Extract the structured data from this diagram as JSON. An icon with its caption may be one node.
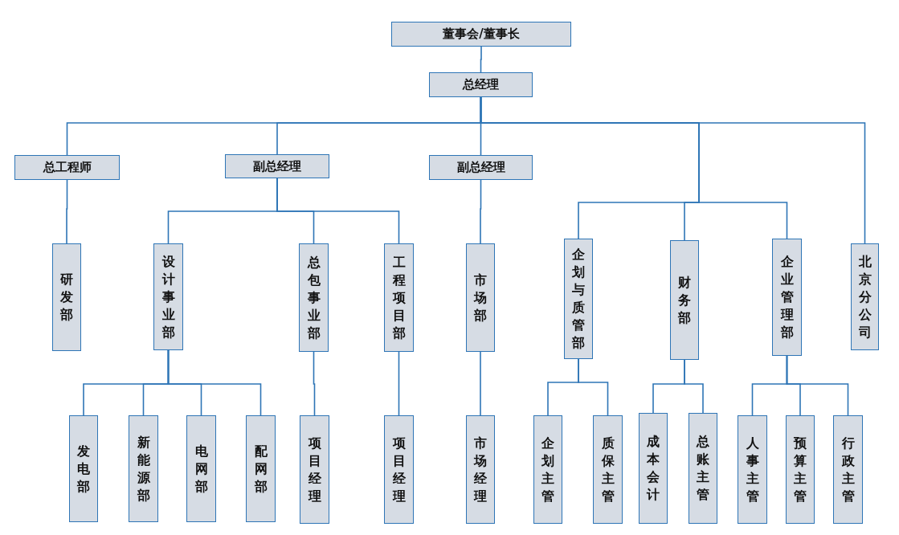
{
  "diagram": {
    "nodes": [
      {
        "text": [
          "董事会/董事长"
        ]
      },
      {
        "text": [
          "总经理"
        ]
      },
      {
        "text": [
          "总工程师"
        ]
      },
      {
        "text": [
          "副总经理"
        ]
      },
      {
        "text": [
          "副总经理"
        ]
      },
      {
        "text": [
          "研发部"
        ]
      },
      {
        "text": [
          "设计事业部"
        ]
      },
      {
        "text": [
          "总包事业部"
        ]
      },
      {
        "text": [
          "工程项目部"
        ]
      },
      {
        "text": [
          "市场部"
        ]
      },
      {
        "text": [
          "企划与质管部"
        ]
      },
      {
        "text": [
          "财务部"
        ]
      },
      {
        "text": [
          "企业管理部"
        ]
      },
      {
        "text": [
          "北京分公司"
        ]
      },
      {
        "text": [
          "发电部"
        ]
      },
      {
        "text": [
          "新能源部"
        ]
      },
      {
        "text": [
          "电网部"
        ]
      },
      {
        "text": [
          "配网部"
        ]
      },
      {
        "text": [
          "项目经理"
        ]
      },
      {
        "text": [
          "项目经理"
        ]
      },
      {
        "text": [
          "市场经理"
        ]
      },
      {
        "text": [
          "企划主管"
        ]
      },
      {
        "text": [
          "质保主管"
        ]
      },
      {
        "text": [
          "成本会计"
        ]
      },
      {
        "text": [
          "总账主管"
        ]
      },
      {
        "text": [
          "人事主管"
        ]
      },
      {
        "text": [
          "预算主管"
        ]
      },
      {
        "text": [
          "行政主管"
        ]
      }
    ],
    "edges": [
      {
        "from": 0,
        "to": 1,
        "arrow": "none"
      },
      {
        "from": 1,
        "to": 2,
        "arrow": "none"
      },
      {
        "from": 1,
        "to": 3,
        "arrow": "none"
      },
      {
        "from": 1,
        "to": 4,
        "arrow": "none"
      },
      {
        "from": 1,
        "to": 10,
        "arrow": "none"
      },
      {
        "from": 1,
        "to": 11,
        "arrow": "none"
      },
      {
        "from": 1,
        "to": 12,
        "arrow": "none"
      },
      {
        "from": 1,
        "to": 13,
        "arrow": "none"
      },
      {
        "from": 2,
        "to": 5,
        "arrow": "none"
      },
      {
        "from": 3,
        "to": 6,
        "arrow": "none"
      },
      {
        "from": 3,
        "to": 7,
        "arrow": "none"
      },
      {
        "from": 3,
        "to": 8,
        "arrow": "none"
      },
      {
        "from": 4,
        "to": 9,
        "arrow": "none"
      },
      {
        "from": 6,
        "to": 14,
        "arrow": "none"
      },
      {
        "from": 6,
        "to": 15,
        "arrow": "none"
      },
      {
        "from": 6,
        "to": 16,
        "arrow": "none"
      },
      {
        "from": 6,
        "to": 17,
        "arrow": "none"
      },
      {
        "from": 7,
        "to": 18,
        "arrow": "none"
      },
      {
        "from": 8,
        "to": 19,
        "arrow": "none"
      },
      {
        "from": 9,
        "to": 20,
        "arrow": "none"
      },
      {
        "from": 10,
        "to": 21,
        "arrow": "none"
      },
      {
        "from": 10,
        "to": 22,
        "arrow": "none"
      },
      {
        "from": 11,
        "to": 23,
        "arrow": "none"
      },
      {
        "from": 11,
        "to": 24,
        "arrow": "none"
      },
      {
        "from": 12,
        "to": 25,
        "arrow": "none"
      },
      {
        "from": 12,
        "to": 26,
        "arrow": "none"
      },
      {
        "from": 12,
        "to": 27,
        "arrow": "none"
      }
    ]
  }
}
